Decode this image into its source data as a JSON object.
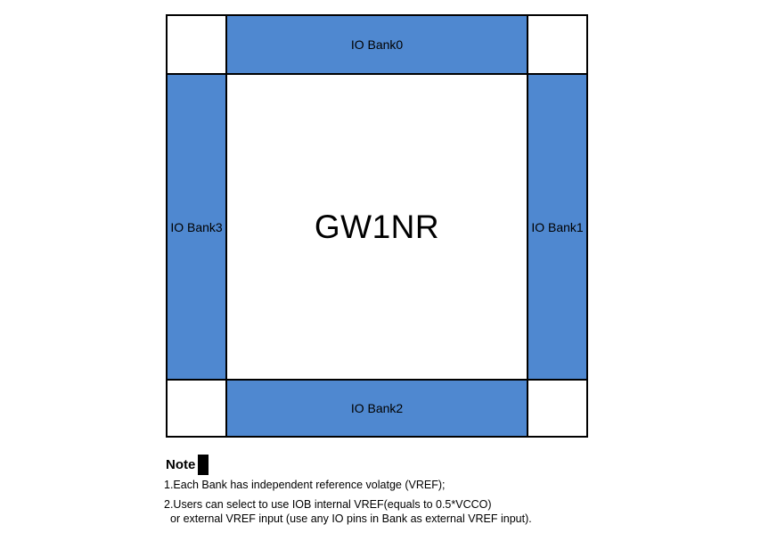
{
  "diagram": {
    "center_label": "GW1NR",
    "banks": {
      "top": "IO Bank0",
      "right": "IO Bank1",
      "bottom": "IO Bank2",
      "left": "IO Bank3"
    },
    "colors": {
      "bank_fill": "#4f88d0",
      "grid_border": "#000000",
      "text": "#000000"
    }
  },
  "note": {
    "title": "Note",
    "lines": [
      "1.Each Bank has independent reference volatge (VREF);",
      "2.Users can select to use IOB internal VREF(equals to 0.5*VCCO)",
      "or external VREF input (use any IO pins in Bank as external VREF input)."
    ]
  }
}
